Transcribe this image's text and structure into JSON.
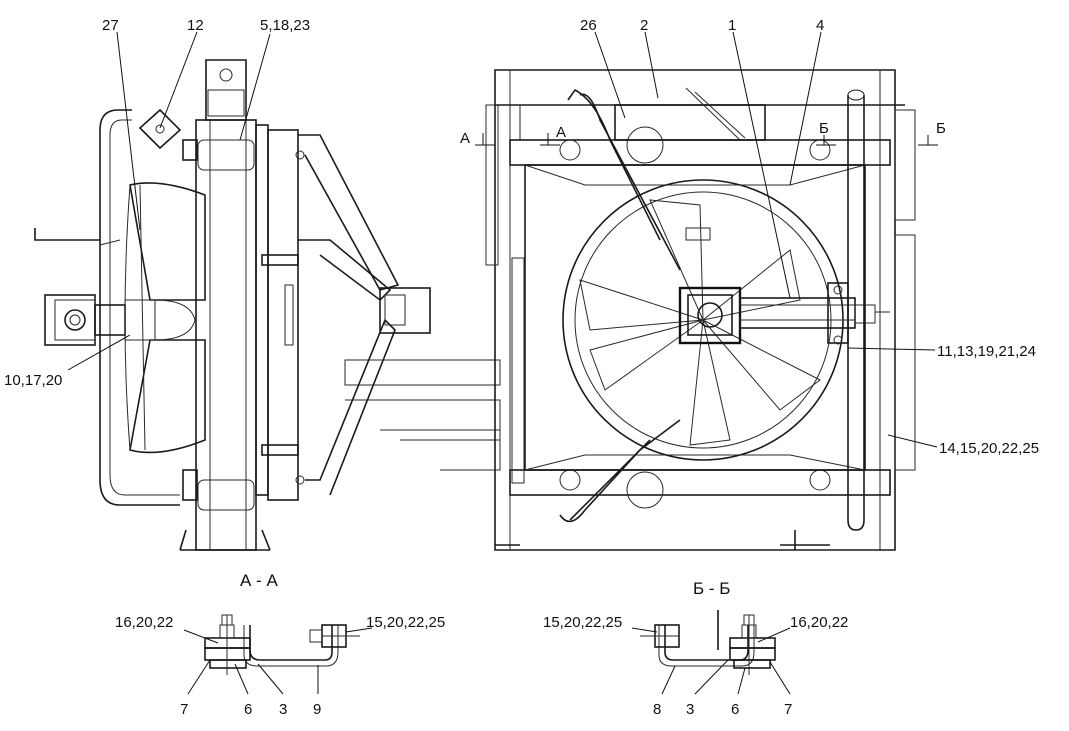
{
  "callouts": {
    "c27": "27",
    "c12": "12",
    "c5_18_23": "5,18,23",
    "c26": "26",
    "c2": "2",
    "c1": "1",
    "c4": "4",
    "c10_17_20": "10,17,20",
    "c11_13_19_21_24": "11,13,19,21,24",
    "c14_15_20_22_25": "14,15,20,22,25"
  },
  "section_marks": {
    "a_left": "А",
    "a_right": "А",
    "b_left": "Б",
    "b_right": "Б"
  },
  "section_aa": {
    "title": "А - А",
    "c16_20_22": "16,20,22",
    "c15_20_22_25": "15,20,22,25",
    "c7": "7",
    "c6": "6",
    "c3": "3",
    "c9": "9"
  },
  "section_bb": {
    "title": "Б - Б",
    "c15_20_22_25": "15,20,22,25",
    "c16_20_22": "16,20,22",
    "c8": "8",
    "c3": "3",
    "c6": "6",
    "c7": "7"
  },
  "colors": {
    "line": "#1a1a1a",
    "background": "#ffffff"
  }
}
